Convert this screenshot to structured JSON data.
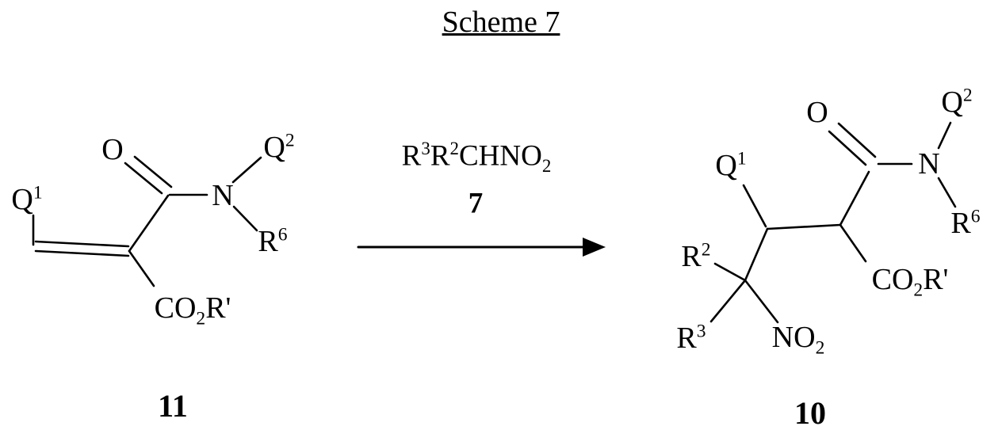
{
  "title": "Scheme 7",
  "colors": {
    "ink": "#000000",
    "background": "#ffffff"
  },
  "reaction": {
    "reagent": "R³R²CHNO₂",
    "reagent_number": "7"
  },
  "left_structure": {
    "label": "11",
    "atoms": {
      "q1": "Q¹",
      "o": "O",
      "n": "N",
      "q2": "Q²",
      "r6": "R⁶",
      "co2r": "CO₂R'"
    }
  },
  "right_structure": {
    "label": "10",
    "atoms": {
      "q1": "Q¹",
      "o": "O",
      "n": "N",
      "q2": "Q²",
      "r6": "R⁶",
      "r2": "R²",
      "r3": "R³",
      "no2": "NO₂",
      "co2r": "CO₂R'"
    }
  }
}
